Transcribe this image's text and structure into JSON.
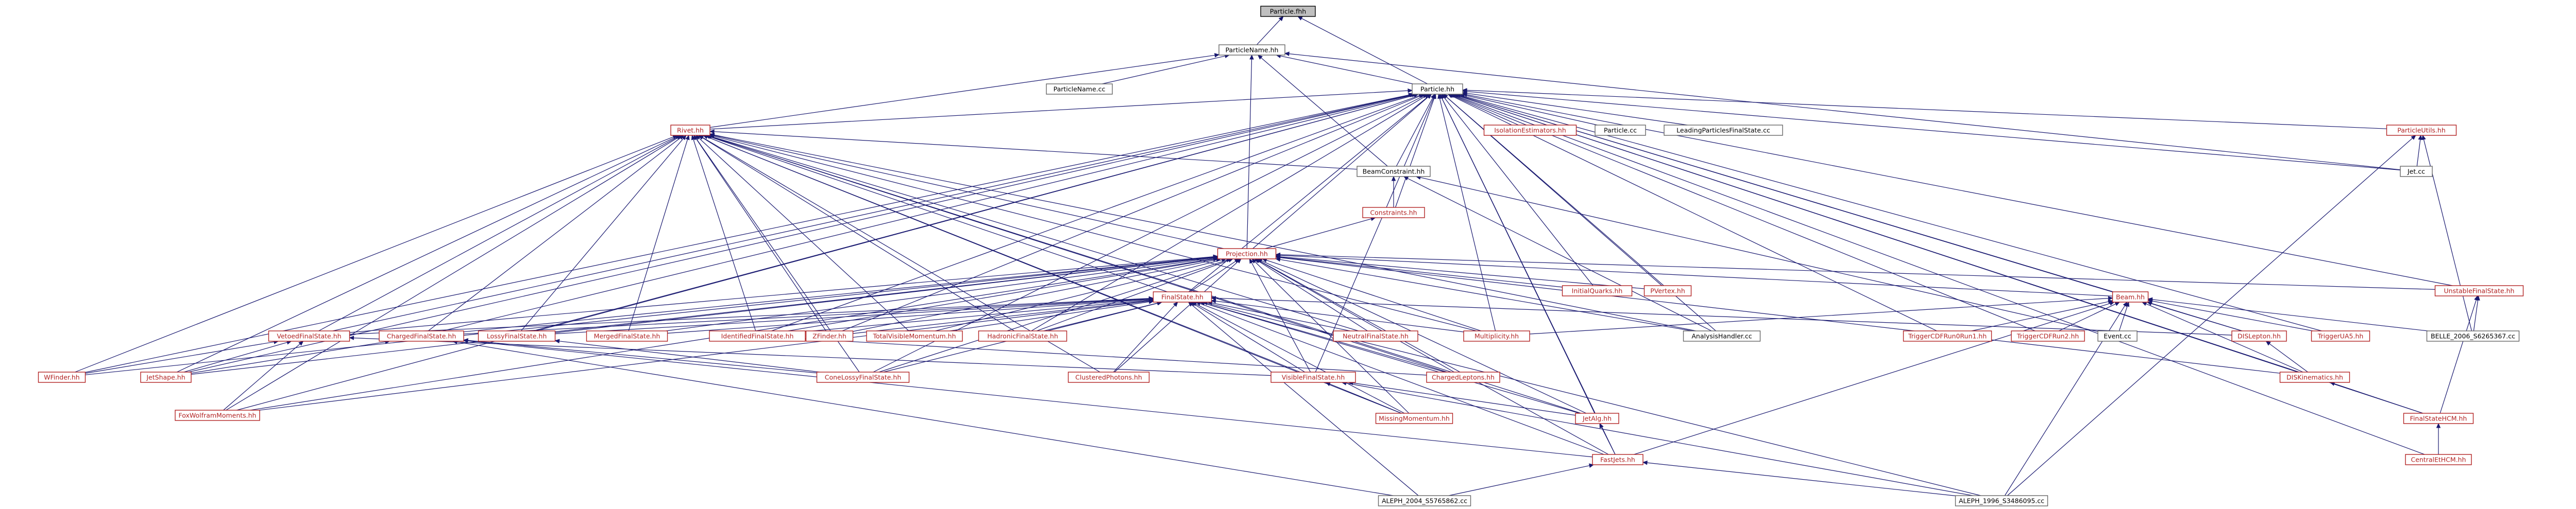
{
  "colors": {
    "edge": "#191970",
    "red_text": "#b22222",
    "black_text": "#000000",
    "root_fill": "#bfbfbf"
  },
  "nodes": [
    {
      "id": "particle_fhh",
      "label": "Particle.fhh",
      "style": "root"
    },
    {
      "id": "particlename_hh",
      "label": "ParticleName.hh",
      "style": "black"
    },
    {
      "id": "particlename_cc",
      "label": "ParticleName.cc",
      "style": "black"
    },
    {
      "id": "particle_hh",
      "label": "Particle.hh",
      "style": "black"
    },
    {
      "id": "rivet_hh",
      "label": "Rivet.hh",
      "style": "red"
    },
    {
      "id": "isolation",
      "label": "IsolationEstimators.hh",
      "style": "red"
    },
    {
      "id": "particle_cc",
      "label": "Particle.cc",
      "style": "black"
    },
    {
      "id": "leading",
      "label": "LeadingParticlesFinalState.cc",
      "style": "black"
    },
    {
      "id": "particleutils",
      "label": "ParticleUtils.hh",
      "style": "red"
    },
    {
      "id": "jet_cc",
      "label": "Jet.cc",
      "style": "black"
    },
    {
      "id": "beamconstraint",
      "label": "BeamConstraint.hh",
      "style": "black"
    },
    {
      "id": "constraints",
      "label": "Constraints.hh",
      "style": "red"
    },
    {
      "id": "projection",
      "label": "Projection.hh",
      "style": "red"
    },
    {
      "id": "initialquarks",
      "label": "InitialQuarks.hh",
      "style": "red"
    },
    {
      "id": "pvertex",
      "label": "PVertex.hh",
      "style": "red"
    },
    {
      "id": "unstable",
      "label": "UnstableFinalState.hh",
      "style": "red"
    },
    {
      "id": "finalstate",
      "label": "FinalState.hh",
      "style": "red"
    },
    {
      "id": "beam",
      "label": "Beam.hh",
      "style": "red"
    },
    {
      "id": "belle",
      "label": "BELLE_2006_S6265367.cc",
      "style": "black"
    },
    {
      "id": "vetoed",
      "label": "VetoedFinalState.hh",
      "style": "red"
    },
    {
      "id": "charged",
      "label": "ChargedFinalState.hh",
      "style": "red"
    },
    {
      "id": "lossy",
      "label": "LossyFinalState.hh",
      "style": "red"
    },
    {
      "id": "merged",
      "label": "MergedFinalState.hh",
      "style": "red"
    },
    {
      "id": "identified",
      "label": "IdentifiedFinalState.hh",
      "style": "red"
    },
    {
      "id": "zfinder",
      "label": "ZFinder.hh",
      "style": "red"
    },
    {
      "id": "totalvisible",
      "label": "TotalVisibleMomentum.hh",
      "style": "red"
    },
    {
      "id": "hadronic",
      "label": "HadronicFinalState.hh",
      "style": "red"
    },
    {
      "id": "neutral",
      "label": "NeutralFinalState.hh",
      "style": "red"
    },
    {
      "id": "multiplicity",
      "label": "Multiplicity.hh",
      "style": "red"
    },
    {
      "id": "analysishandler",
      "label": "AnalysisHandler.cc",
      "style": "black"
    },
    {
      "id": "triggercdf1",
      "label": "TriggerCDFRun0Run1.hh",
      "style": "red"
    },
    {
      "id": "triggercdf2",
      "label": "TriggerCDFRun2.hh",
      "style": "red"
    },
    {
      "id": "event_cc",
      "label": "Event.cc",
      "style": "black"
    },
    {
      "id": "dislepton",
      "label": "DISLepton.hh",
      "style": "red"
    },
    {
      "id": "triggerua5",
      "label": "TriggerUA5.hh",
      "style": "red"
    },
    {
      "id": "wfinder",
      "label": "WFinder.hh",
      "style": "red"
    },
    {
      "id": "jetshape",
      "label": "JetShape.hh",
      "style": "red"
    },
    {
      "id": "conelossy",
      "label": "ConeLossyFinalState.hh",
      "style": "red"
    },
    {
      "id": "clustered",
      "label": "ClusteredPhotons.hh",
      "style": "red"
    },
    {
      "id": "visible",
      "label": "VisibleFinalState.hh",
      "style": "red"
    },
    {
      "id": "chargedleptons",
      "label": "ChargedLeptons.hh",
      "style": "red"
    },
    {
      "id": "diskinematics",
      "label": "DISKinematics.hh",
      "style": "red"
    },
    {
      "id": "foxwolfram",
      "label": "FoxWolframMoments.hh",
      "style": "red"
    },
    {
      "id": "missingmomentum",
      "label": "MissingMomentum.hh",
      "style": "red"
    },
    {
      "id": "jetalg",
      "label": "JetAlg.hh",
      "style": "red"
    },
    {
      "id": "finalstatecm",
      "label": "FinalStateHCM.hh",
      "style": "red"
    },
    {
      "id": "centraletcm",
      "label": "CentralEtHCM.hh",
      "style": "red"
    },
    {
      "id": "fastjets",
      "label": "FastJets.hh",
      "style": "red"
    },
    {
      "id": "aleph2004",
      "label": "ALEPH_2004_S5765862.cc",
      "style": "black"
    },
    {
      "id": "aleph1996",
      "label": "ALEPH_1996_S3486095.cc",
      "style": "black"
    }
  ],
  "edges": [
    [
      "particle_fhh",
      "particlename_hh"
    ],
    [
      "particle_fhh",
      "particle_hh"
    ],
    [
      "particlename_hh",
      "particlename_cc"
    ],
    [
      "particlename_hh",
      "particle_hh"
    ],
    [
      "particlename_hh",
      "rivet_hh"
    ],
    [
      "particlename_hh",
      "beamconstraint"
    ],
    [
      "particlename_hh",
      "projection"
    ],
    [
      "particlename_hh",
      "jet_cc"
    ],
    [
      "particle_hh",
      "rivet_hh"
    ],
    [
      "particle_hh",
      "isolation"
    ],
    [
      "particle_hh",
      "particle_cc"
    ],
    [
      "particle_hh",
      "leading"
    ],
    [
      "particle_hh",
      "particleutils"
    ],
    [
      "particle_hh",
      "jet_cc"
    ],
    [
      "particle_hh",
      "beamconstraint"
    ],
    [
      "particle_hh",
      "constraints"
    ],
    [
      "particle_hh",
      "projection"
    ],
    [
      "particle_hh",
      "initialquarks"
    ],
    [
      "particle_hh",
      "pvertex"
    ],
    [
      "particle_hh",
      "unstable"
    ],
    [
      "particle_hh",
      "finalstate"
    ],
    [
      "particle_hh",
      "beam"
    ],
    [
      "particle_hh",
      "vetoed"
    ],
    [
      "particle_hh",
      "charged"
    ],
    [
      "particle_hh",
      "lossy"
    ],
    [
      "particle_hh",
      "identified"
    ],
    [
      "particle_hh",
      "zfinder"
    ],
    [
      "particle_hh",
      "hadronic"
    ],
    [
      "particle_hh",
      "multiplicity"
    ],
    [
      "particle_hh",
      "analysishandler"
    ],
    [
      "particle_hh",
      "triggercdf1"
    ],
    [
      "particle_hh",
      "triggercdf2"
    ],
    [
      "particle_hh",
      "dislepton"
    ],
    [
      "particle_hh",
      "triggerua5"
    ],
    [
      "particle_hh",
      "wfinder"
    ],
    [
      "particle_hh",
      "jetshape"
    ],
    [
      "particle_hh",
      "foxwolfram"
    ],
    [
      "particle_hh",
      "visible"
    ],
    [
      "particle_hh",
      "diskinematics"
    ],
    [
      "particle_hh",
      "jetalg"
    ],
    [
      "particle_hh",
      "finalstatecm"
    ],
    [
      "particle_hh",
      "centraletcm"
    ],
    [
      "particle_hh",
      "fastjets"
    ],
    [
      "particle_hh",
      "conelossy"
    ],
    [
      "rivet_hh",
      "beamconstraint"
    ],
    [
      "rivet_hh",
      "projection"
    ],
    [
      "rivet_hh",
      "finalstate"
    ],
    [
      "rivet_hh",
      "vetoed"
    ],
    [
      "rivet_hh",
      "charged"
    ],
    [
      "rivet_hh",
      "lossy"
    ],
    [
      "rivet_hh",
      "merged"
    ],
    [
      "rivet_hh",
      "identified"
    ],
    [
      "rivet_hh",
      "zfinder"
    ],
    [
      "rivet_hh",
      "totalvisible"
    ],
    [
      "rivet_hh",
      "hadronic"
    ],
    [
      "rivet_hh",
      "neutral"
    ],
    [
      "rivet_hh",
      "multiplicity"
    ],
    [
      "rivet_hh",
      "wfinder"
    ],
    [
      "rivet_hh",
      "jetshape"
    ],
    [
      "rivet_hh",
      "conelossy"
    ],
    [
      "rivet_hh",
      "clustered"
    ],
    [
      "rivet_hh",
      "visible"
    ],
    [
      "rivet_hh",
      "chargedleptons"
    ],
    [
      "rivet_hh",
      "foxwolfram"
    ],
    [
      "rivet_hh",
      "missingmomentum"
    ],
    [
      "rivet_hh",
      "jetalg"
    ],
    [
      "rivet_hh",
      "analysishandler"
    ],
    [
      "beamconstraint",
      "constraints"
    ],
    [
      "beamconstraint",
      "analysishandler"
    ],
    [
      "beamconstraint",
      "event_cc"
    ],
    [
      "constraints",
      "projection"
    ],
    [
      "projection",
      "initialquarks"
    ],
    [
      "projection",
      "pvertex"
    ],
    [
      "projection",
      "unstable"
    ],
    [
      "projection",
      "finalstate"
    ],
    [
      "projection",
      "beam"
    ],
    [
      "projection",
      "vetoed"
    ],
    [
      "projection",
      "charged"
    ],
    [
      "projection",
      "lossy"
    ],
    [
      "projection",
      "merged"
    ],
    [
      "projection",
      "identified"
    ],
    [
      "projection",
      "zfinder"
    ],
    [
      "projection",
      "totalvisible"
    ],
    [
      "projection",
      "hadronic"
    ],
    [
      "projection",
      "neutral"
    ],
    [
      "projection",
      "multiplicity"
    ],
    [
      "projection",
      "analysishandler"
    ],
    [
      "projection",
      "wfinder"
    ],
    [
      "projection",
      "jetshape"
    ],
    [
      "projection",
      "conelossy"
    ],
    [
      "projection",
      "clustered"
    ],
    [
      "projection",
      "visible"
    ],
    [
      "projection",
      "chargedleptons"
    ],
    [
      "projection",
      "diskinematics"
    ],
    [
      "projection",
      "foxwolfram"
    ],
    [
      "projection",
      "missingmomentum"
    ],
    [
      "projection",
      "jetalg"
    ],
    [
      "projection",
      "fastjets"
    ],
    [
      "unstable",
      "belle"
    ],
    [
      "unstable",
      "finalstatecm"
    ],
    [
      "finalstate",
      "vetoed"
    ],
    [
      "finalstate",
      "charged"
    ],
    [
      "finalstate",
      "lossy"
    ],
    [
      "finalstate",
      "merged"
    ],
    [
      "finalstate",
      "identified"
    ],
    [
      "finalstate",
      "zfinder"
    ],
    [
      "finalstate",
      "totalvisible"
    ],
    [
      "finalstate",
      "hadronic"
    ],
    [
      "finalstate",
      "neutral"
    ],
    [
      "finalstate",
      "multiplicity"
    ],
    [
      "finalstate",
      "dislepton"
    ],
    [
      "finalstate",
      "conelossy"
    ],
    [
      "finalstate",
      "clustered"
    ],
    [
      "finalstate",
      "visible"
    ],
    [
      "finalstate",
      "chargedleptons"
    ],
    [
      "finalstate",
      "foxwolfram"
    ],
    [
      "finalstate",
      "missingmomentum"
    ],
    [
      "finalstate",
      "jetalg"
    ],
    [
      "finalstate",
      "fastjets"
    ],
    [
      "finalstate",
      "aleph2004"
    ],
    [
      "finalstate",
      "aleph1996"
    ],
    [
      "beam",
      "belle"
    ],
    [
      "beam",
      "triggercdf1"
    ],
    [
      "beam",
      "triggercdf2"
    ],
    [
      "beam",
      "event_cc"
    ],
    [
      "beam",
      "dislepton"
    ],
    [
      "beam",
      "triggerua5"
    ],
    [
      "beam",
      "diskinematics"
    ],
    [
      "beam",
      "multiplicity"
    ],
    [
      "beam",
      "aleph1996"
    ],
    [
      "beam",
      "fastjets"
    ],
    [
      "vetoed",
      "wfinder"
    ],
    [
      "vetoed",
      "jetshape"
    ],
    [
      "vetoed",
      "foxwolfram"
    ],
    [
      "vetoed",
      "visible"
    ],
    [
      "charged",
      "jetshape"
    ],
    [
      "charged",
      "conelossy"
    ],
    [
      "charged",
      "aleph2004"
    ],
    [
      "charged",
      "fastjets"
    ],
    [
      "lossy",
      "conelossy"
    ],
    [
      "identified",
      "chargedleptons"
    ],
    [
      "dislepton",
      "diskinematics"
    ],
    [
      "visible",
      "missingmomentum"
    ],
    [
      "visible",
      "jetalg"
    ],
    [
      "visible",
      "aleph1996"
    ],
    [
      "diskinematics",
      "finalstatecm"
    ],
    [
      "jetalg",
      "fastjets"
    ],
    [
      "finalstatecm",
      "centraletcm"
    ],
    [
      "fastjets",
      "aleph2004"
    ],
    [
      "fastjets",
      "aleph1996"
    ],
    [
      "particleutils",
      "jet_cc"
    ],
    [
      "particleutils",
      "belle"
    ],
    [
      "particleutils",
      "aleph1996"
    ]
  ]
}
